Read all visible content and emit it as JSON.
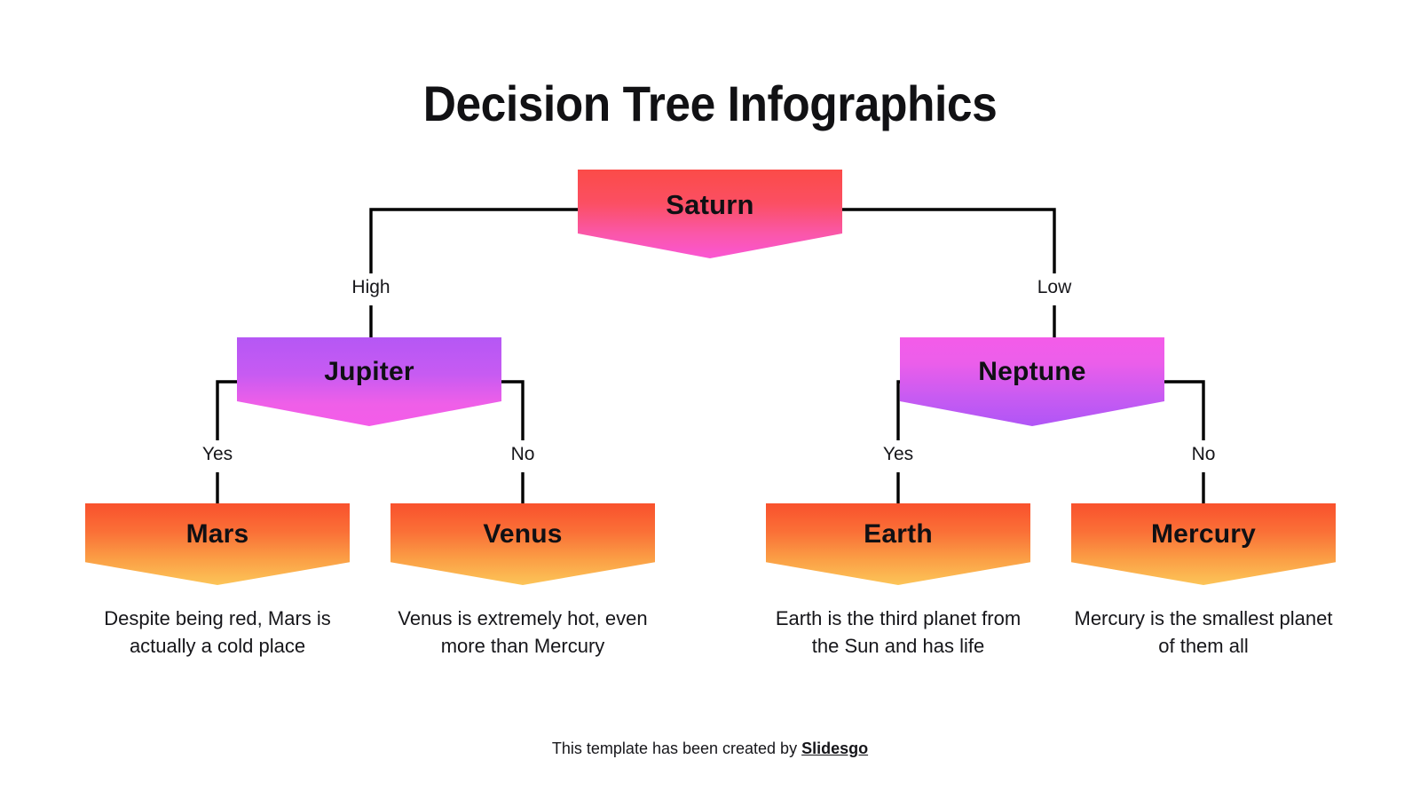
{
  "title": "Decision Tree Infographics",
  "root": {
    "label": "Saturn"
  },
  "branches": [
    {
      "label": "Jupiter",
      "edge_label": "High"
    },
    {
      "label": "Neptune",
      "edge_label": "Low"
    }
  ],
  "leaves": [
    {
      "label": "Mars",
      "edge_label": "Yes",
      "description": "Despite being red, Mars is actually a cold place"
    },
    {
      "label": "Venus",
      "edge_label": "No",
      "description": "Venus is extremely hot, even more than Mercury"
    },
    {
      "label": "Earth",
      "edge_label": "Yes",
      "description": "Earth is the third planet from the Sun and has life"
    },
    {
      "label": "Mercury",
      "edge_label": "No",
      "description": "Mercury is the smallest planet of them all"
    }
  ],
  "footer": {
    "text": "This template has been created by ",
    "brand": "Slidesgo"
  },
  "colors": {
    "root_top": "#fb4b48",
    "root_bottom": "#fa56d4",
    "branch_purple": "#b557f5",
    "branch_magenta": "#f45ce9",
    "leaf_top": "#f9512d",
    "leaf_bottom": "#fcc558",
    "line": "#000000",
    "text": "#16161a",
    "background": "#ffffff"
  }
}
